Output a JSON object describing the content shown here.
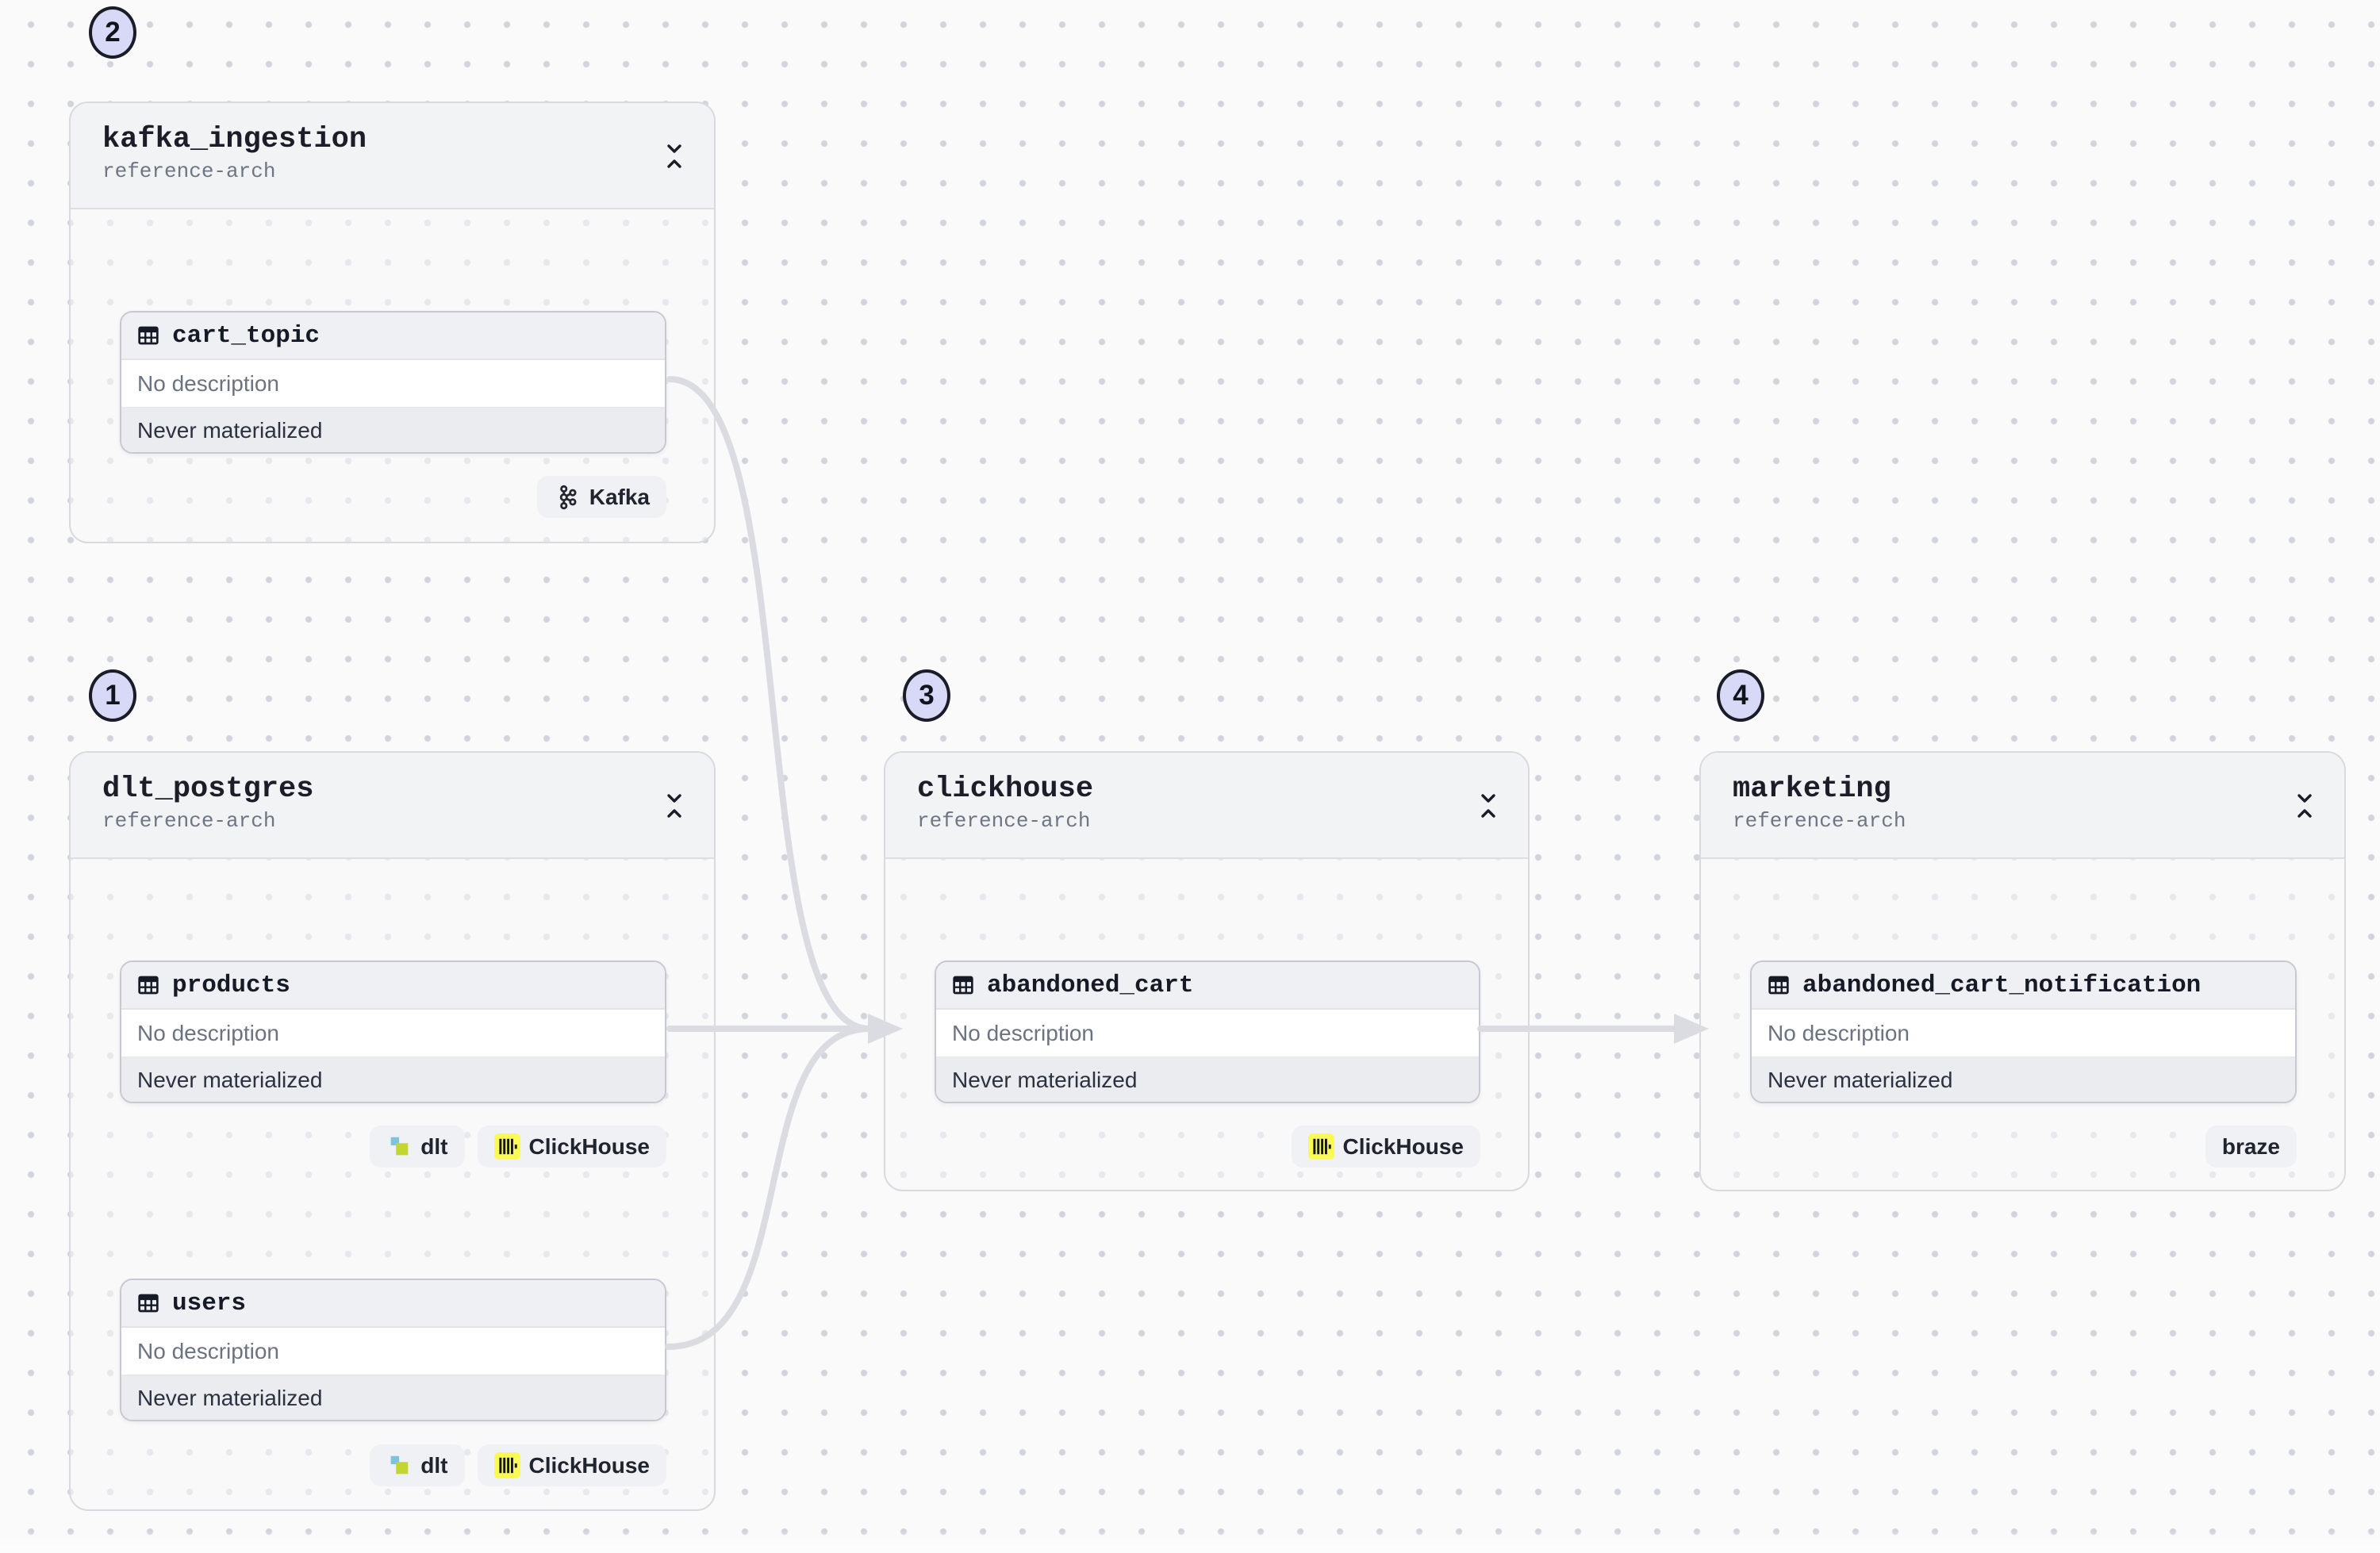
{
  "canvas": {
    "background": "#FAFAFB",
    "dot_color": "#D2D4DC",
    "edge_color": "#DADCE1",
    "badge_fill": "#D7D9F6",
    "badge_border": "#1A1D28",
    "clickhouse_yellow": "#FAFA55",
    "dlt_blue": "#7CC4DC",
    "dlt_green": "#C3D62E"
  },
  "badges": [
    {
      "label": "1"
    },
    {
      "label": "2"
    },
    {
      "label": "3"
    },
    {
      "label": "4"
    }
  ],
  "groups": [
    {
      "title": "kafka_ingestion",
      "subtitle": "reference-arch",
      "assets": [
        {
          "name": "cart_topic",
          "description": "No description",
          "status": "Never materialized",
          "tags": [
            {
              "label": "Kafka",
              "icon": "kafka-icon"
            }
          ]
        }
      ]
    },
    {
      "title": "dlt_postgres",
      "subtitle": "reference-arch",
      "assets": [
        {
          "name": "products",
          "description": "No description",
          "status": "Never materialized",
          "tags": [
            {
              "label": "dlt",
              "icon": "dlt-icon"
            },
            {
              "label": "ClickHouse",
              "icon": "clickhouse-icon"
            }
          ]
        },
        {
          "name": "users",
          "description": "No description",
          "status": "Never materialized",
          "tags": [
            {
              "label": "dlt",
              "icon": "dlt-icon"
            },
            {
              "label": "ClickHouse",
              "icon": "clickhouse-icon"
            }
          ]
        }
      ]
    },
    {
      "title": "clickhouse",
      "subtitle": "reference-arch",
      "assets": [
        {
          "name": "abandoned_cart",
          "description": "No description",
          "status": "Never materialized",
          "tags": [
            {
              "label": "ClickHouse",
              "icon": "clickhouse-icon"
            }
          ]
        }
      ]
    },
    {
      "title": "marketing",
      "subtitle": "reference-arch",
      "assets": [
        {
          "name": "abandoned_cart_notification",
          "description": "No description",
          "status": "Never materialized",
          "tags": [
            {
              "label": "braze",
              "icon": null
            }
          ]
        }
      ]
    }
  ],
  "edges": [
    {
      "from": "cart_topic",
      "to": "abandoned_cart"
    },
    {
      "from": "products",
      "to": "abandoned_cart"
    },
    {
      "from": "users",
      "to": "abandoned_cart"
    },
    {
      "from": "abandoned_cart",
      "to": "abandoned_cart_notification"
    }
  ]
}
